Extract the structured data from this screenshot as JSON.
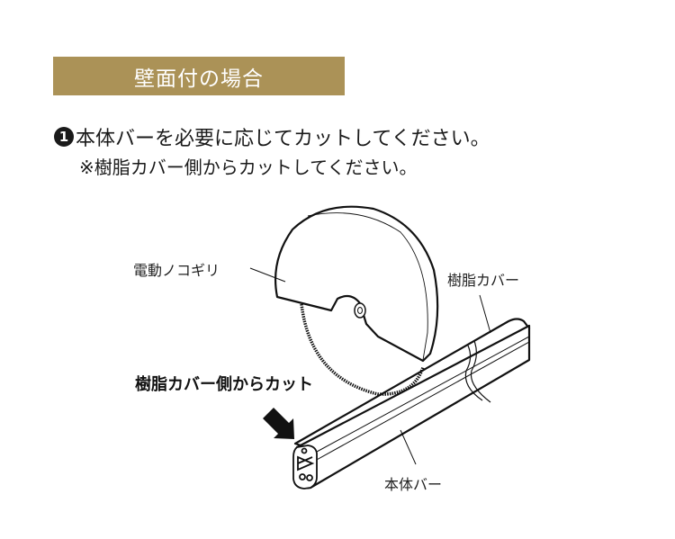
{
  "header": {
    "title": "壁面付の場合",
    "background_color": "#ab9257"
  },
  "step": {
    "number": "1",
    "text": "本体バーを必要に応じてカットしてください。",
    "note": "※樹脂カバー側からカットしてください。"
  },
  "illustration": {
    "labels": {
      "saw": "電動ノコギリ",
      "resin_cover": "樹脂カバー",
      "cut_direction": "樹脂カバー側からカット",
      "main_bar": "本体バー"
    },
    "icons": [
      "circular-saw",
      "arrow",
      "bar-profile"
    ]
  }
}
